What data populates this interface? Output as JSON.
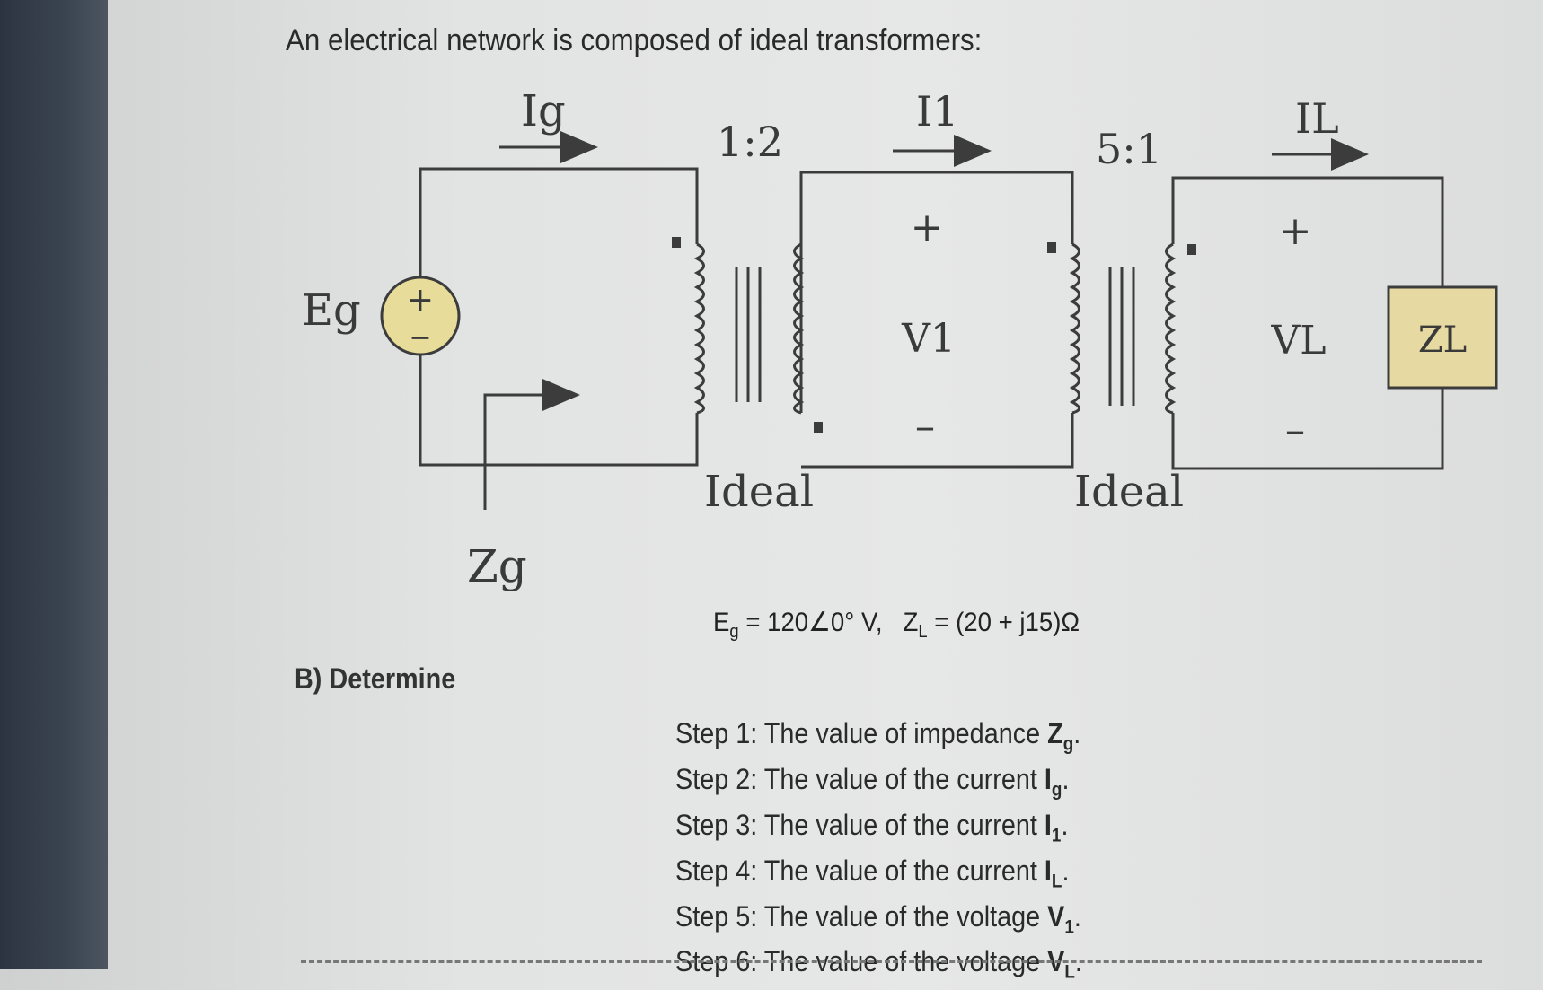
{
  "title": "An electrical network is composed of ideal transformers:",
  "diagram": {
    "source_label": "Eg",
    "source_plus": "+",
    "source_minus": "−",
    "current_ig": "Ig",
    "current_i1": "I1",
    "current_il": "IL",
    "ratio1": "1:2",
    "ratio2": "5:1",
    "plus_v1": "+",
    "minus_v1": "–",
    "v1": "V1",
    "plus_vl": "+",
    "minus_vl": "–",
    "vl": "VL",
    "zl": "ZL",
    "zg": "Zg",
    "ideal1": "Ideal",
    "ideal2": "Ideal"
  },
  "given": {
    "eg_sym": "E",
    "eg_sub": "g",
    "eg_val": " = 120∠0° V,",
    "zl_sym": "Z",
    "zl_sub": "L",
    "zl_val": " = (20 + j15)Ω"
  },
  "determine": "B) Determine",
  "steps": [
    {
      "text": "Step 1: The value of impedance ",
      "sym": "Z",
      "sub": "g",
      "end": "."
    },
    {
      "text": "Step 2: The value of the current ",
      "sym": "I",
      "sub": "g",
      "end": "."
    },
    {
      "text": "Step 3: The value of the current ",
      "sym": "I",
      "sub": "1",
      "end": "."
    },
    {
      "text": "Step 4: The value of the current ",
      "sym": "I",
      "sub": "L",
      "end": "."
    },
    {
      "text": "Step 5: The value of the voltage ",
      "sym": "V",
      "sub": "1",
      "end": "."
    },
    {
      "text": "Step 6: The value of the voltage ",
      "sym": "V",
      "sub": "L",
      "end": "."
    }
  ],
  "colors": {
    "wire": "#3c3c3c",
    "source_fill": "#e8dc9a",
    "load_fill": "#e6d9a2"
  }
}
